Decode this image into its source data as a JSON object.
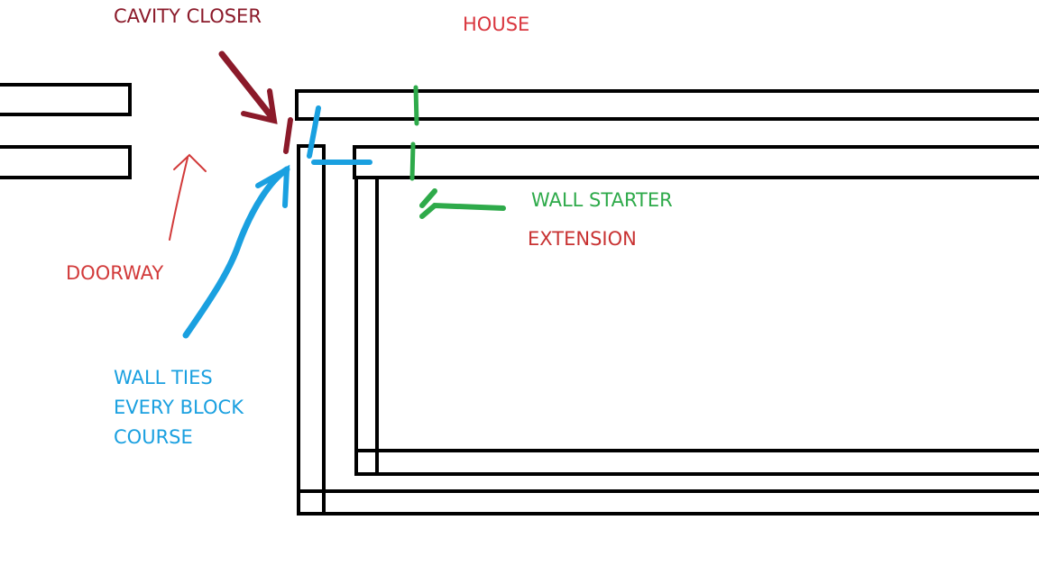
{
  "labels": {
    "cavity_closer": "CAVITY CLOSER",
    "house": "HOUSE",
    "doorway": "DOORWAY",
    "wall_starter": "WALL STARTER",
    "extension": "EXTENSION",
    "wall_ties_line1": "WALL TIES",
    "wall_ties_line2": "EVERY BLOCK",
    "wall_ties_line3": "COURSE"
  },
  "colors": {
    "wall": "#000000",
    "cavity_closer": "#8b1a2a",
    "house": "#d9363e",
    "doorway": "#d23a3a",
    "extension": "#c83232",
    "wall_starter": "#2eaa4a",
    "wall_ties": "#1aa0e0"
  }
}
